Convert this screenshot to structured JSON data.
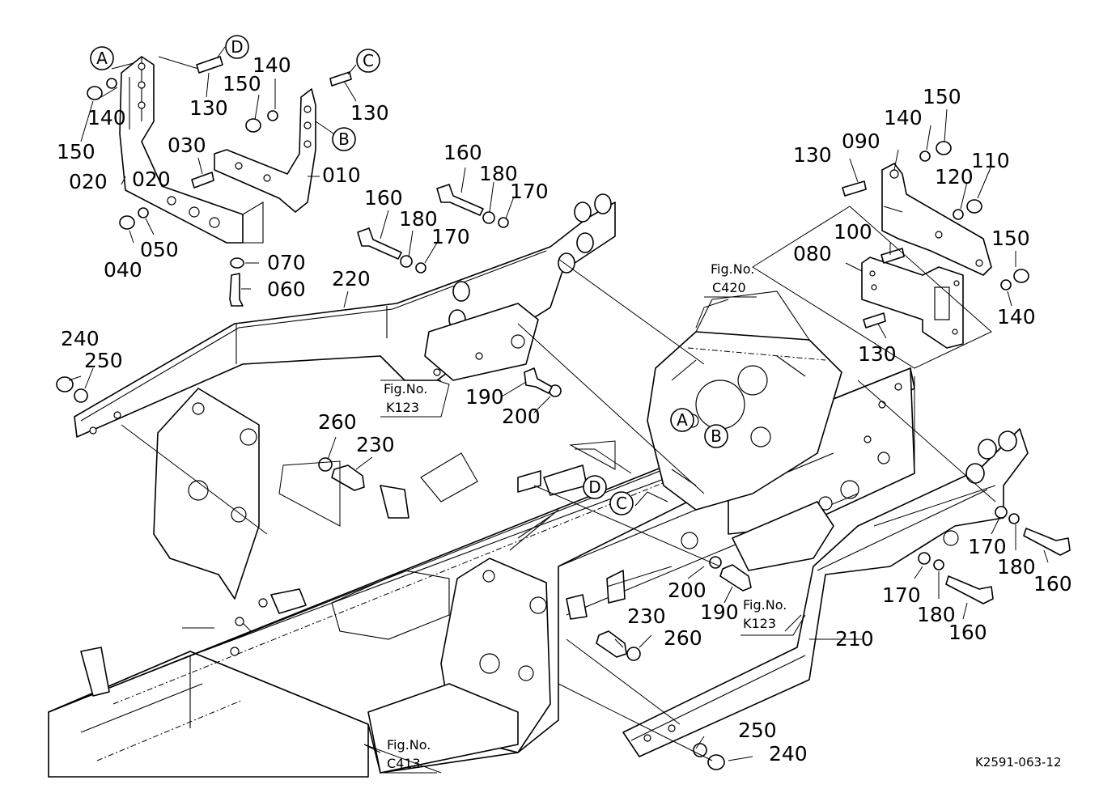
{
  "drawing_code": "K2591-063-12",
  "letter_callouts": [
    "A",
    "B",
    "C",
    "D"
  ],
  "part_numbers": {
    "p010": "010",
    "p020": "020",
    "p030": "030",
    "p040": "040",
    "p050": "050",
    "p060": "060",
    "p070": "070",
    "p080": "080",
    "p090": "090",
    "p100": "100",
    "p110": "110",
    "p120": "120",
    "p130": "130",
    "p140": "140",
    "p150": "150",
    "p160": "160",
    "p170": "170",
    "p180": "180",
    "p190": "190",
    "p200": "200",
    "p210": "210",
    "p220": "220",
    "p230": "230",
    "p240": "240",
    "p250": "250",
    "p260": "260"
  },
  "figure_refs": {
    "fig_label": "Fig.No.",
    "c420": "C420",
    "k123": "K123",
    "c413": "C413"
  }
}
